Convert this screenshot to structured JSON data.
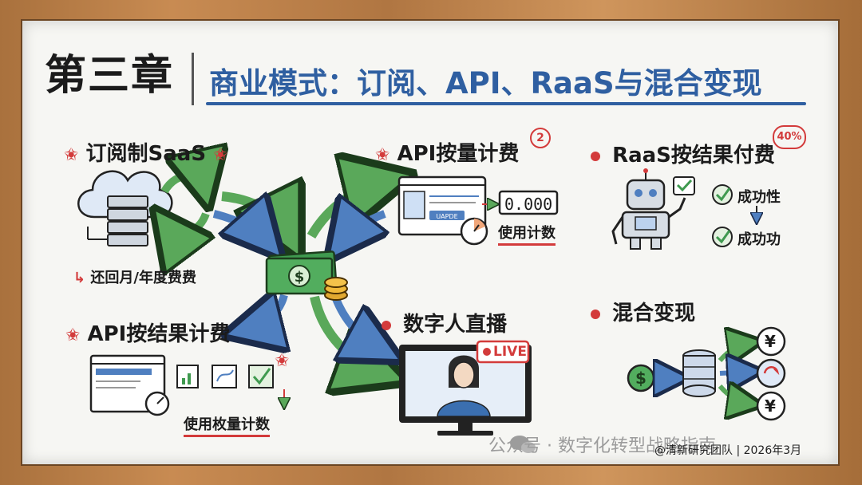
{
  "chapter": "第三章",
  "headline": "商业模式：订阅、API、RaaS与混合变现",
  "sections": {
    "subscription": {
      "title": "订阅制SaaS",
      "note": "还回月/年度费费"
    },
    "api_usage": {
      "title": "API按量计费",
      "badge": "2",
      "meter_value": "0.000",
      "meter_label": "使用计数",
      "update_label": "UAPDE"
    },
    "raas": {
      "title": "RaaS按结果付费",
      "badge": "40%",
      "check1": "成功性",
      "check2": "成功功"
    },
    "api_result": {
      "title": "API按结果计费",
      "note": "使用枚量计数"
    },
    "digital_human": {
      "title": "数字人直播",
      "live_label": "LIVE"
    },
    "hybrid": {
      "title": "混合变现",
      "currency1": "¥",
      "currency2": "¥",
      "dollar": "$"
    }
  },
  "center": {
    "money_symbol": "$"
  },
  "watermark": "公众号 · 数字化转型战略指南",
  "credit": "@清新研究团队 | 2026年3月",
  "colors": {
    "accent_red": "#d33b3b",
    "title_blue": "#2f5fa1",
    "arrow_green": "#5aa85a",
    "arrow_blue": "#4f7fc0",
    "money_green": "#3f9a4f"
  },
  "icons": [
    "cloud-server-icon",
    "money-stack-icon",
    "coins-icon",
    "browser-window-icon",
    "clock-icon",
    "robot-icon",
    "checkmark-icon",
    "monitor-icon",
    "presenter-icon",
    "database-icon",
    "dollar-coin-icon",
    "yen-coin-icon",
    "wechat-icon"
  ]
}
